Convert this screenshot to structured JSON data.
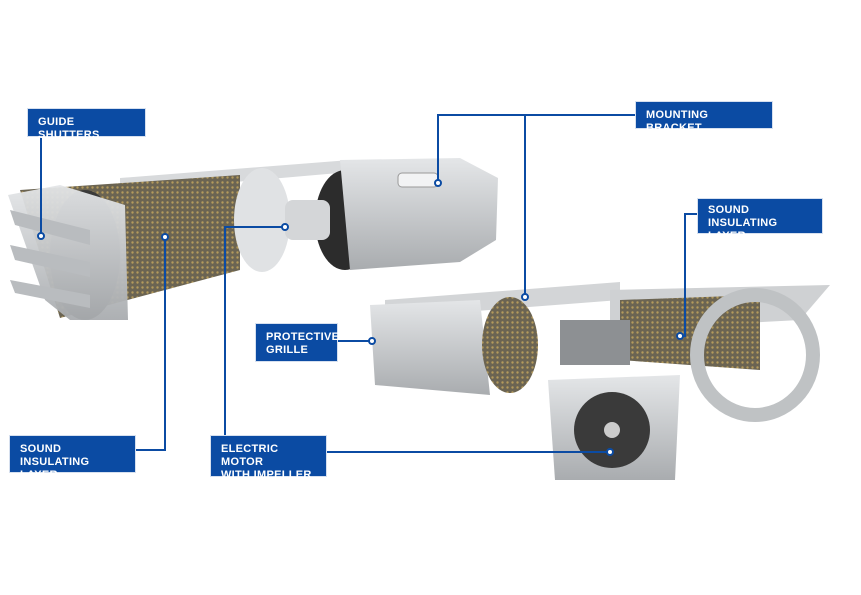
{
  "labels": {
    "guide_shutters": "GUIDE SHUTTERS",
    "mounting_bracket": "MOUNTING BRACKET",
    "sound_insulating_right_1": "SOUND INSULATING",
    "sound_insulating_right_2": "LAYER",
    "protective_grille_1": "PROTECTIVE",
    "protective_grille_2": "GRILLE",
    "sound_insulating_left_1": "SOUND INSULATING",
    "sound_insulating_left_2": "LAYER",
    "electric_motor_1": "ELECTRIC MOTOR",
    "electric_motor_2": "WITH IMPELLER"
  },
  "colors": {
    "label_bg": "#0b4ba3",
    "leader_line": "#0b4ba3",
    "metal": "#c9cbcd",
    "mesh": "#8a7a55"
  }
}
